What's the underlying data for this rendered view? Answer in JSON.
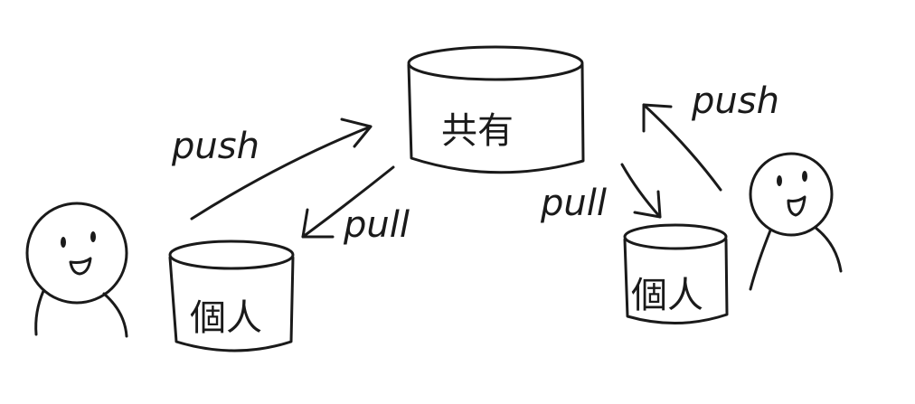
{
  "diagram": {
    "shared_repo": {
      "label": "共有"
    },
    "left_repo": {
      "label": "個人"
    },
    "right_repo": {
      "label": "個人"
    },
    "left_push": {
      "label": "push"
    },
    "left_pull": {
      "label": "pull"
    },
    "right_pull": {
      "label": "pull"
    },
    "right_push": {
      "label": "push"
    },
    "colors": {
      "ink": "#1a1a1a",
      "background": "#ffffff"
    }
  }
}
